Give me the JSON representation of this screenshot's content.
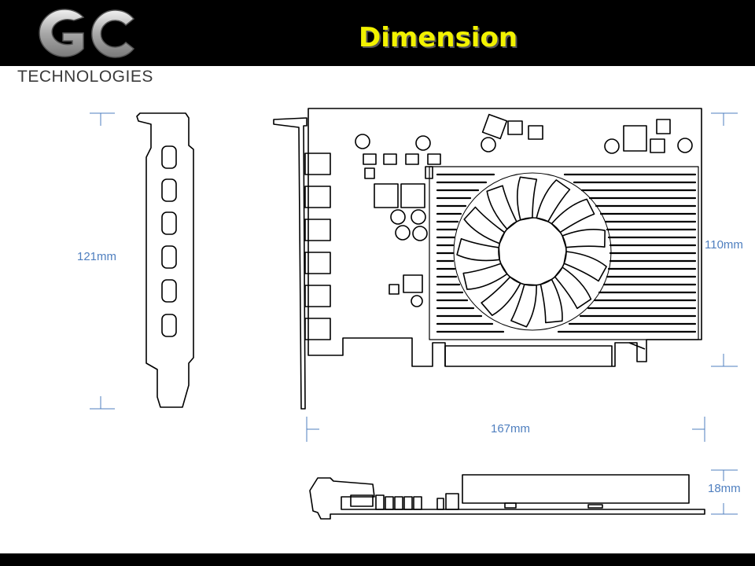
{
  "header": {
    "title": "Dimension"
  },
  "logo": {
    "letters": "GC",
    "company": "TECHNOLOGIES"
  },
  "dimensions": {
    "bracket_height": "121mm",
    "card_height": "110mm",
    "card_length": "167mm",
    "card_thickness": "18mm"
  },
  "colors": {
    "title": "#f2f200",
    "dimension_text": "#4f7fbf",
    "bars": "#000000"
  }
}
